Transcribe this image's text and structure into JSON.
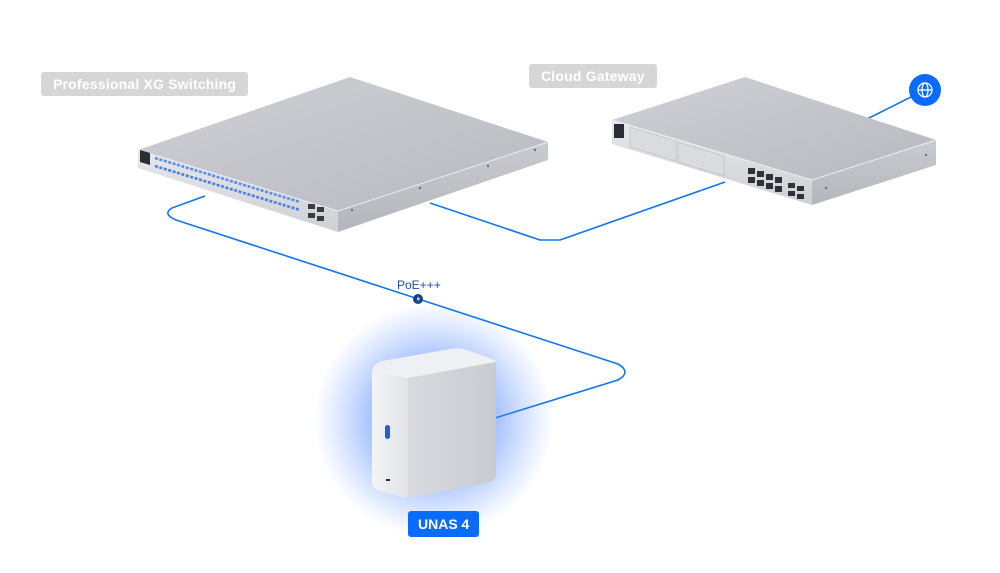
{
  "labels": {
    "switch": "Professional XG Switching",
    "gateway": "Cloud Gateway",
    "unas": "UNAS 4",
    "poe": "PoE+++"
  },
  "icons": {
    "internet": "globe-icon",
    "poe": "lightning-bolt-icon"
  },
  "colors": {
    "link": "#1177e6",
    "accent": "#0a6cff",
    "tag_gray": "#d6d6d6",
    "glow": "#2f6bff"
  }
}
